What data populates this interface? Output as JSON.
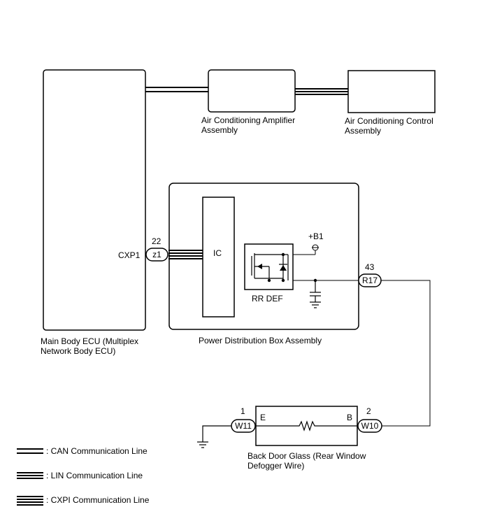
{
  "components": {
    "main_ecu": {
      "label_line1": "Main Body ECU (Multiplex",
      "label_line2": "Network Body ECU)",
      "connector": "CXP1"
    },
    "ac_amplifier": {
      "label_line1": "Air Conditioning Amplifier",
      "label_line2": "Assembly"
    },
    "ac_control": {
      "label_line1": "Air Conditioning Control",
      "label_line2": "Assembly"
    },
    "power_box": {
      "label": "Power Distribution Box Assembly",
      "ic_label": "IC",
      "relay_label": "RR DEF",
      "supply_label": "+B1"
    },
    "back_door_glass": {
      "label_line1": "Back Door Glass (Rear Window",
      "label_line2": "Defogger Wire)",
      "terminal_e": "E",
      "terminal_b": "B"
    }
  },
  "pins": {
    "z1": {
      "connector": "z1",
      "pin": "22"
    },
    "r17": {
      "connector": "R17",
      "pin": "43"
    },
    "w11": {
      "connector": "W11",
      "pin": "1"
    },
    "w10": {
      "connector": "W10",
      "pin": "2"
    }
  },
  "legend": [
    {
      "line_type": "can",
      "label": ": CAN Communication Line"
    },
    {
      "line_type": "lin",
      "label": ": LIN Communication Line"
    },
    {
      "line_type": "cxpi",
      "label": ": CXPI Communication Line"
    }
  ]
}
